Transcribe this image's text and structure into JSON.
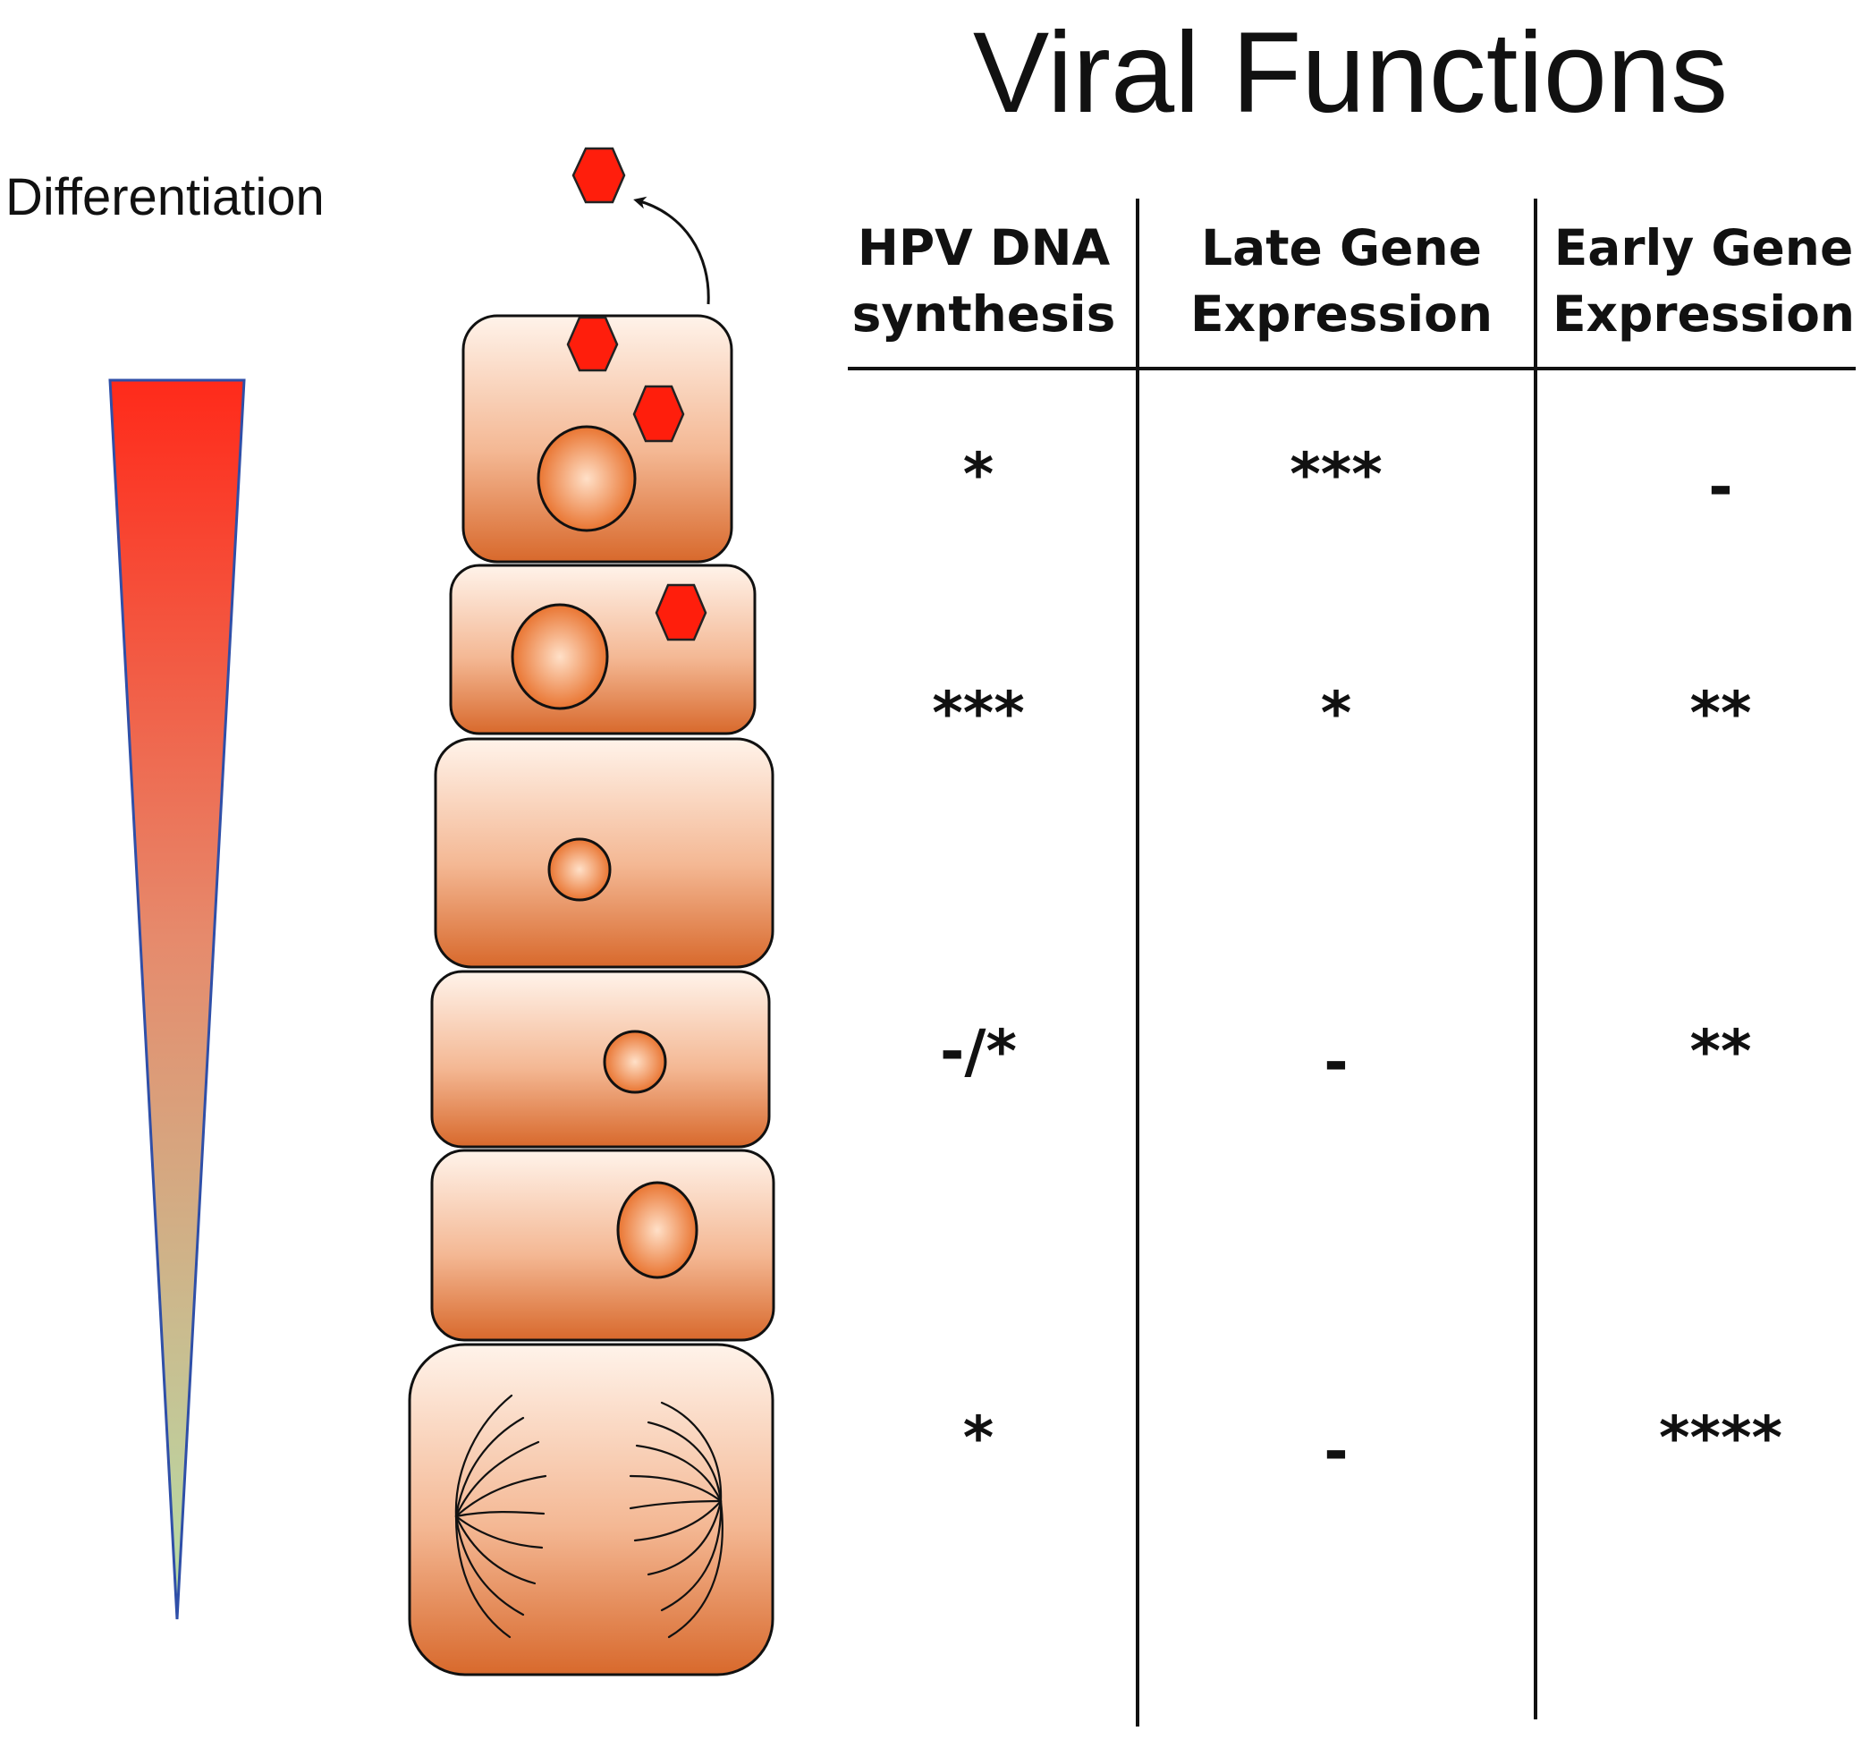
{
  "title": "Viral Functions",
  "gradient": {
    "label": "Differentiation",
    "top_color": "#ff2a1a",
    "mid_color": "#e68a6c",
    "bottom_color": "#b5e0a8",
    "edge_color": "#2f4fa8"
  },
  "cell_colors": {
    "cytoplasm_top": "#fff3ea",
    "cytoplasm_bottom": "#d8692c",
    "nucleus_center": "#ffe0c8",
    "nucleus_edge": "#e76a22",
    "virion": "#ff1e0c"
  },
  "table": {
    "columns": [
      {
        "line1": "HPV DNA",
        "line2": "synthesis"
      },
      {
        "line1": "Late Gene",
        "line2": "Expression"
      },
      {
        "line1": "Early Gene",
        "line2": "Expression"
      }
    ],
    "rows": [
      [
        "*",
        "***",
        "-"
      ],
      [
        "***",
        "*",
        "**"
      ],
      [
        "-/*",
        "-",
        "**"
      ],
      [
        "*",
        "-",
        "****"
      ]
    ]
  }
}
